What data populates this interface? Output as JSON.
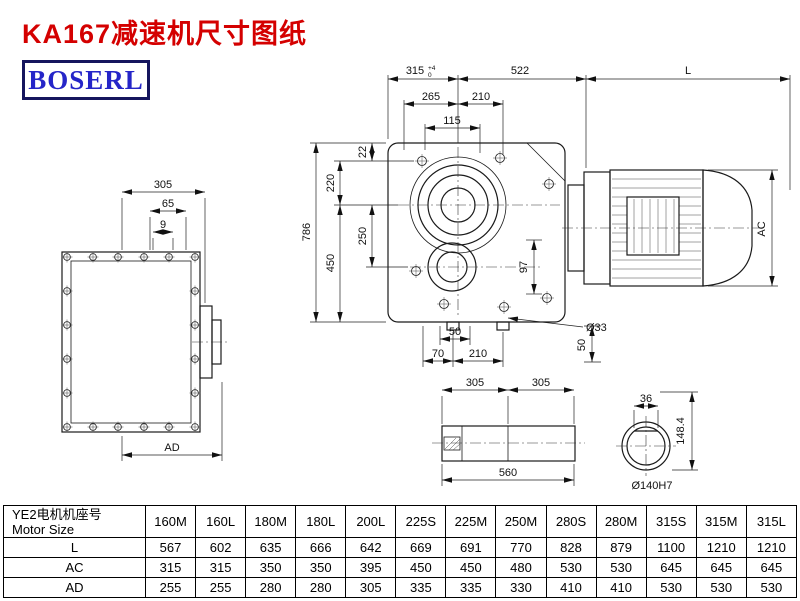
{
  "page": {
    "title": "KA167减速机尺寸图纸",
    "logo": "BOSERL"
  },
  "dims": {
    "left_305": "305",
    "left_65": "65",
    "left_9": "9",
    "left_AD": "AD",
    "top_315": "315",
    "top_315_tol_upper": "+4",
    "top_315_tol_lower": "0",
    "top_522": "522",
    "top_L": "L",
    "top_265": "265",
    "top_210": "210",
    "top_115": "115",
    "side_22": "22",
    "side_220": "220",
    "side_250": "250",
    "side_450": "450",
    "side_786": "786",
    "mid_97": "97",
    "bot_50": "50",
    "bot_70": "70",
    "bot_210": "210",
    "bot_dia33": "Ø33",
    "bot_50v": "50",
    "right_AC": "AC",
    "shaft_305a": "305",
    "shaft_305b": "305",
    "shaft_560": "560",
    "end_36": "36",
    "end_148": "148.4",
    "end_dia140": "Ø140H7"
  },
  "table": {
    "header_cn": "YE2电机机座号",
    "header_en": "Motor Size",
    "columns": [
      "160M",
      "160L",
      "180M",
      "180L",
      "200L",
      "225S",
      "225M",
      "250M",
      "280S",
      "280M",
      "315S",
      "315M",
      "315L"
    ],
    "rows": [
      {
        "label": "L",
        "values": [
          "567",
          "602",
          "635",
          "666",
          "642",
          "669",
          "691",
          "770",
          "828",
          "879",
          "1100",
          "1210",
          "1210"
        ]
      },
      {
        "label": "AC",
        "values": [
          "315",
          "315",
          "350",
          "350",
          "395",
          "450",
          "450",
          "480",
          "530",
          "530",
          "645",
          "645",
          "645"
        ]
      },
      {
        "label": "AD",
        "values": [
          "255",
          "255",
          "280",
          "280",
          "305",
          "335",
          "335",
          "330",
          "410",
          "410",
          "530",
          "530",
          "530"
        ]
      }
    ]
  }
}
